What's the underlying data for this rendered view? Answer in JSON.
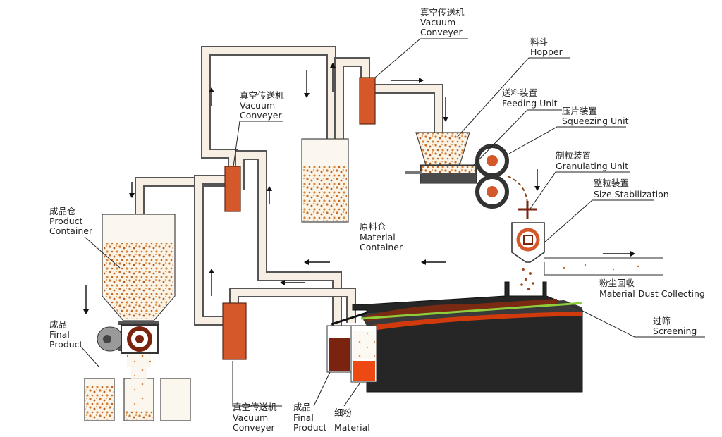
{
  "labels": {
    "vacuum_top": {
      "zh": "真空传送机",
      "en1": "Vacuum",
      "en2": "Conveyer"
    },
    "hopper": {
      "zh": "料斗",
      "en": "Hopper"
    },
    "feeding": {
      "zh": "送料装置",
      "en": "Feeding Unit"
    },
    "squeezing": {
      "zh": "压片装置",
      "en": "Squeezing Unit"
    },
    "granulating": {
      "zh": "制粒装置",
      "en": "Granulating Unit"
    },
    "size_stab": {
      "zh": "整粒装置",
      "en": "Size Stabilization"
    },
    "vacuum_mid": {
      "zh": "真空传送机",
      "en1": "Vacuum",
      "en2": "Conveyer"
    },
    "material_container": {
      "zh": "原料仓",
      "en1": "Material",
      "en2": "Container"
    },
    "product_container": {
      "zh": "成品仓",
      "en1": "Product",
      "en2": "Container"
    },
    "dust": {
      "zh": "粉尘回收",
      "en": "Material Dust Collecting"
    },
    "screening": {
      "zh": "过筛",
      "en": "Screening"
    },
    "final_product_left": {
      "zh": "成品",
      "en1": "Final",
      "en2": "Product"
    },
    "vacuum_bottom": {
      "zh": "真空传送机",
      "en1": "Vacuum",
      "en2": "Conveyer"
    },
    "final_product_bottom": {
      "zh": "成品",
      "en1": "Final",
      "en2": "Product"
    },
    "fine_material": {
      "zh": "细粉",
      "en": "Material"
    }
  },
  "colors": {
    "conveyor": "#d5582a",
    "granule": "#c9702c",
    "machine_body": "#262626",
    "screen_line": "#8fce3a",
    "fine_powder": "#ec4a12",
    "product_bin": "#7a2410"
  }
}
